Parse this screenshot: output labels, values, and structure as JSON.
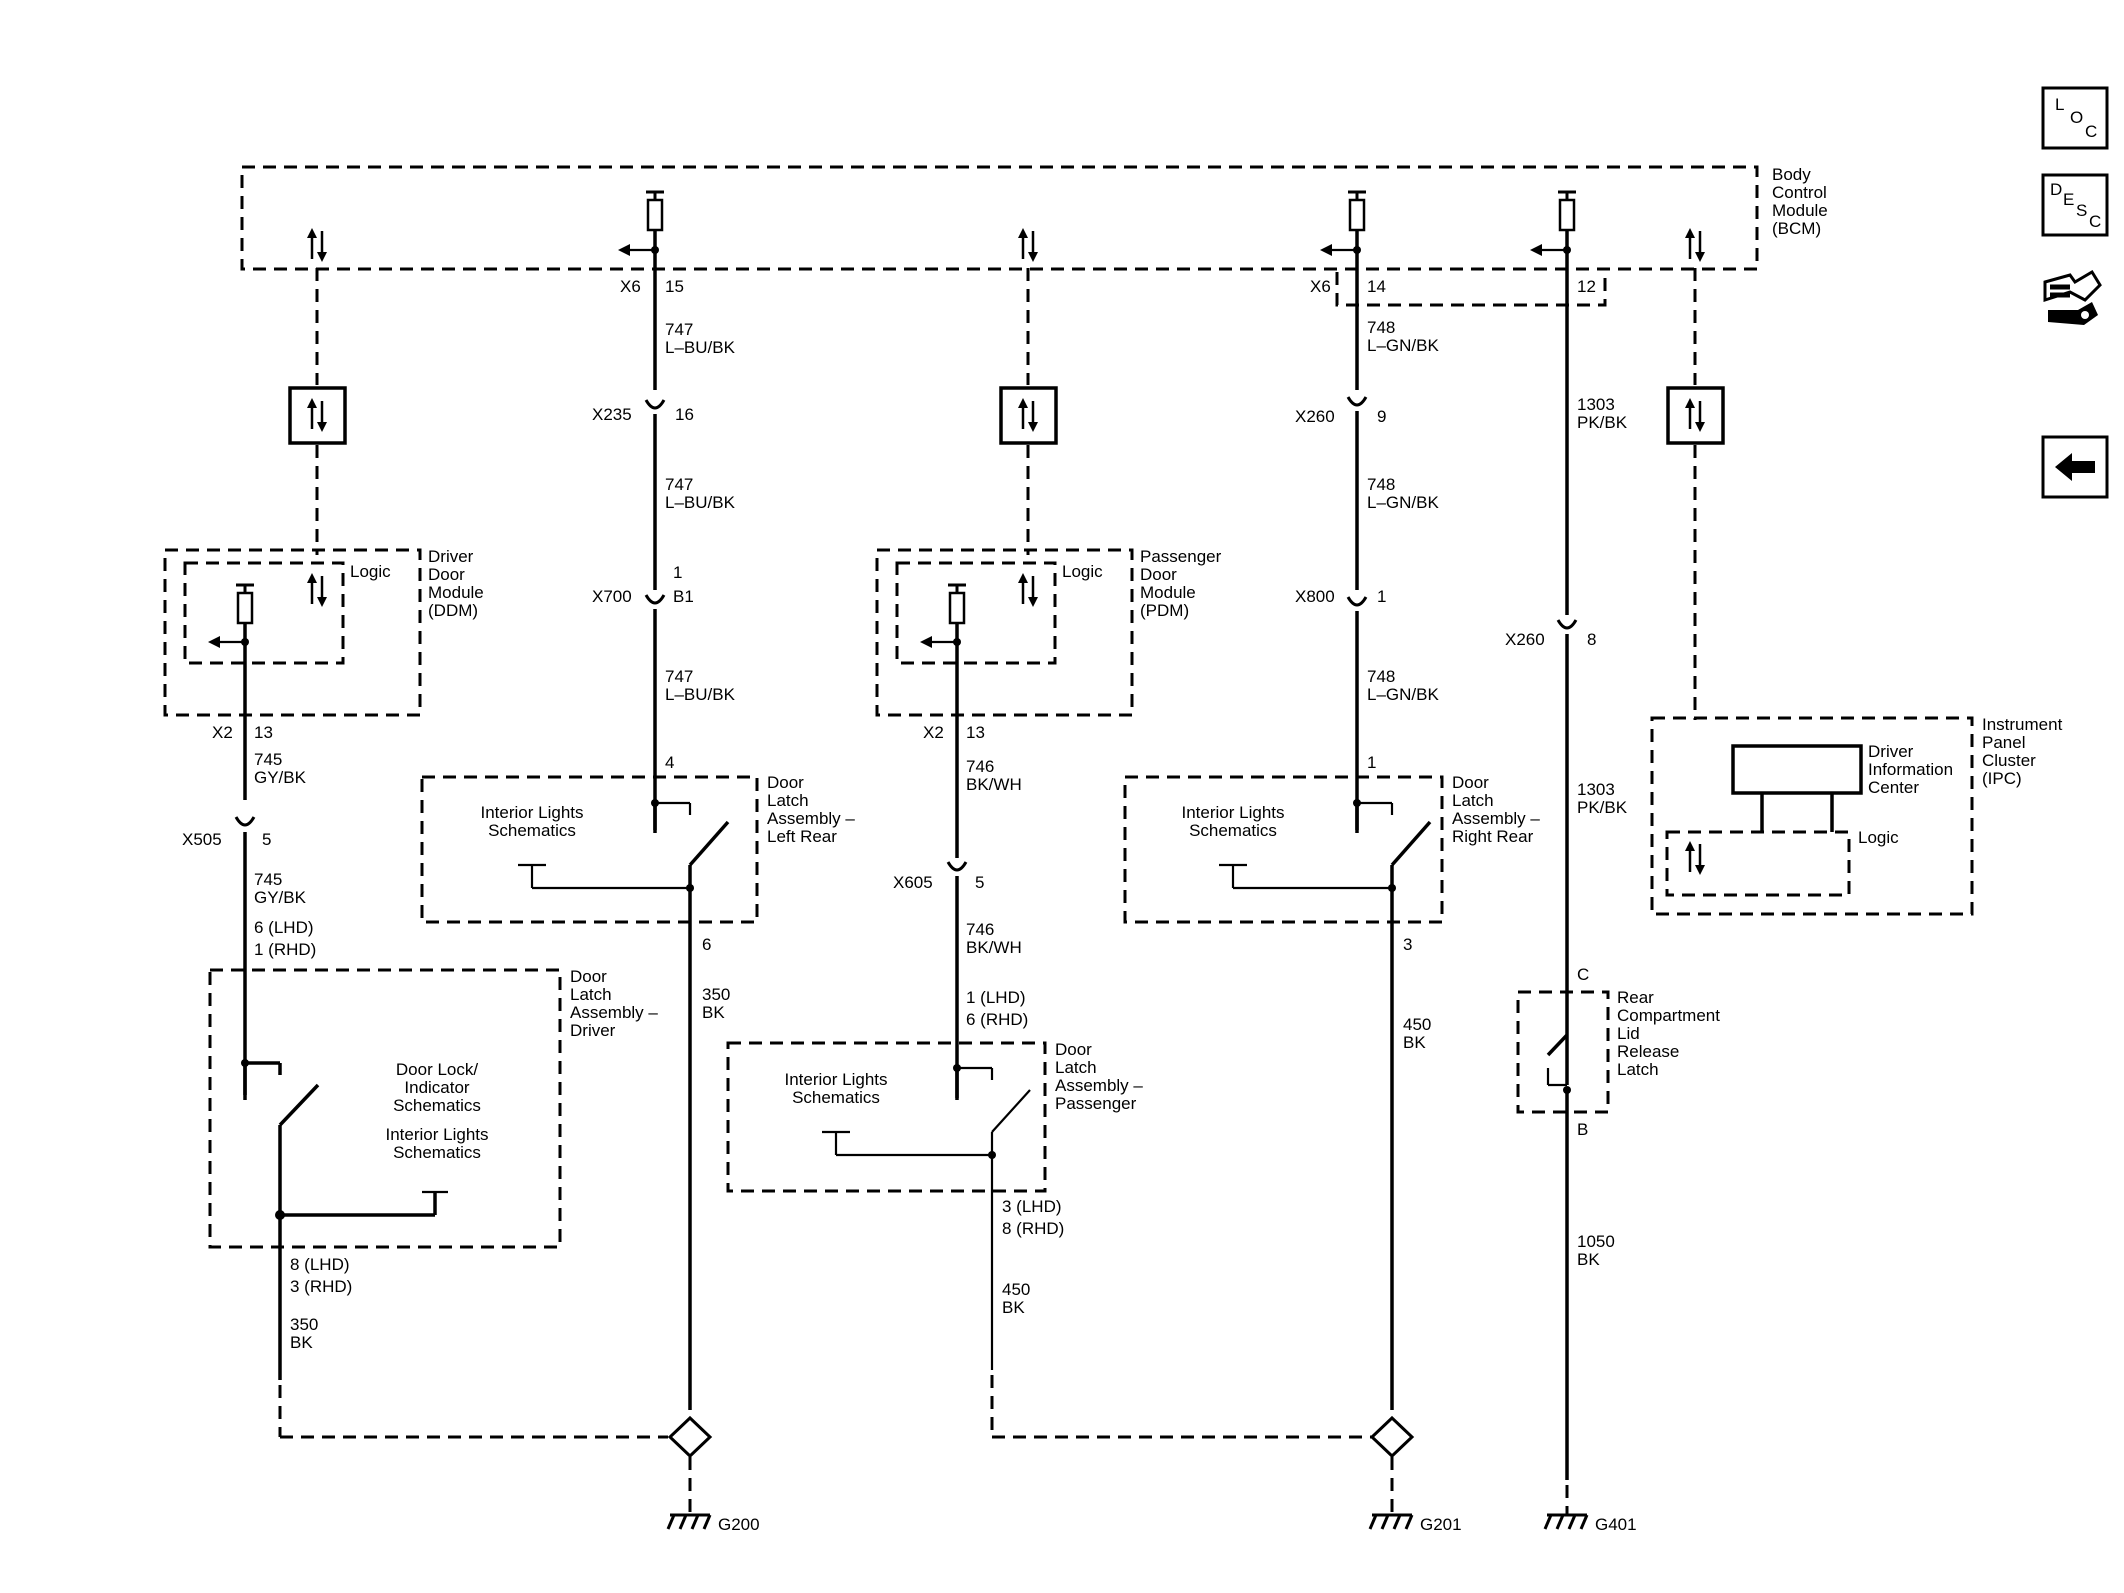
{
  "bcm": {
    "l1": "Body",
    "l2": "Control",
    "l3": "Module",
    "l4": "(BCM)"
  },
  "ddm": {
    "l1": "Driver",
    "l2": "Door",
    "l3": "Module",
    "l4": "(DDM)",
    "logic": "Logic"
  },
  "pdm": {
    "l1": "Passenger",
    "l2": "Door",
    "l3": "Module",
    "l4": "(PDM)",
    "logic": "Logic"
  },
  "ipc": {
    "l1": "Instrument",
    "l2": "Panel",
    "l3": "Cluster",
    "l4": "(IPC)",
    "dic1": "Driver",
    "dic2": "Information",
    "dic3": "Center",
    "logic": "Logic"
  },
  "col_ddm": {
    "conn_x2": "X2",
    "pin_13": "13",
    "wire_745": "745",
    "color_gybk": "GY/BK",
    "conn_x505": "X505",
    "pin_5": "5",
    "wire_745b": "745",
    "color_gybk_b": "GY/BK",
    "pin_6lhd": "6 (LHD)",
    "pin_1rhd": "1 (RHD)",
    "latch1": "Door",
    "latch2": "Latch",
    "latch3": "Assembly –",
    "latch4": "Driver",
    "lock1": "Door Lock/",
    "lock2": "Indicator",
    "lock3": "Schematics",
    "il1": "Interior Lights",
    "il2": "Schematics",
    "pin_8lhd": "8 (LHD)",
    "pin_3rhd": "3 (RHD)",
    "wire_350": "350",
    "color_bk": "BK"
  },
  "col_lr": {
    "conn_x6": "X6",
    "pin_15": "15",
    "wire_747a": "747",
    "color_a": "L–BU/BK",
    "conn_x235": "X235",
    "pin_16": "16",
    "wire_747b": "747",
    "color_b": "L–BU/BK",
    "conn_x700": "X700",
    "pin_1": "1",
    "pin_b1": "B1",
    "wire_747c": "747",
    "color_c": "L–BU/BK",
    "pin_4": "4",
    "il1": "Interior Lights",
    "il2": "Schematics",
    "latch1": "Door",
    "latch2": "Latch",
    "latch3": "Assembly –",
    "latch4": "Left Rear",
    "pin_6": "6",
    "wire_350": "350",
    "color_bk": "BK"
  },
  "col_pdm": {
    "conn_x2": "X2",
    "pin_13": "13",
    "wire_746": "746",
    "color_bkwh": "BK/WH",
    "conn_x605": "X605",
    "pin_5": "5",
    "wire_746b": "746",
    "color_bkwh_b": "BK/WH",
    "pin_1lhd": "1 (LHD)",
    "pin_6rhd": "6 (RHD)",
    "il1": "Interior Lights",
    "il2": "Schematics",
    "latch1": "Door",
    "latch2": "Latch",
    "latch3": "Assembly –",
    "latch4": "Passenger",
    "pin_3lhd": "3 (LHD)",
    "pin_8rhd": "8 (RHD)",
    "wire_450": "450",
    "color_bk": "BK"
  },
  "col_rr": {
    "conn_x6": "X6",
    "pin_14": "14",
    "wire_748a": "748",
    "color_a": "L–GN/BK",
    "conn_x260": "X260",
    "pin_9": "9",
    "wire_748b": "748",
    "color_b": "L–GN/BK",
    "conn_x800": "X800",
    "pin_1": "1",
    "wire_748c": "748",
    "color_c": "L–GN/BK",
    "pin_1b": "1",
    "il1": "Interior Lights",
    "il2": "Schematics",
    "latch1": "Door",
    "latch2": "Latch",
    "latch3": "Assembly –",
    "latch4": "Right Rear",
    "pin_3": "3",
    "wire_450": "450",
    "color_bk": "BK"
  },
  "col_rc": {
    "pin_12": "12",
    "wire_1303": "1303",
    "color_pkbk": "PK/BK",
    "conn_x260": "X260",
    "pin_8": "8",
    "wire_1303b": "1303",
    "color_pkbk_b": "PK/BK",
    "pin_c": "C",
    "rc1": "Rear",
    "rc2": "Compartment",
    "rc3": "Lid",
    "rc4": "Release",
    "rc5": "Latch",
    "pin_b": "B",
    "wire_1050": "1050",
    "color_bk": "BK"
  },
  "grounds": {
    "g200": "G200",
    "g201": "G201",
    "g401": "G401"
  },
  "side": {
    "loc_l": "L",
    "loc_o": "O",
    "loc_c": "C",
    "desc_d": "D",
    "desc_e": "E",
    "desc_s": "S",
    "desc_c": "C"
  }
}
